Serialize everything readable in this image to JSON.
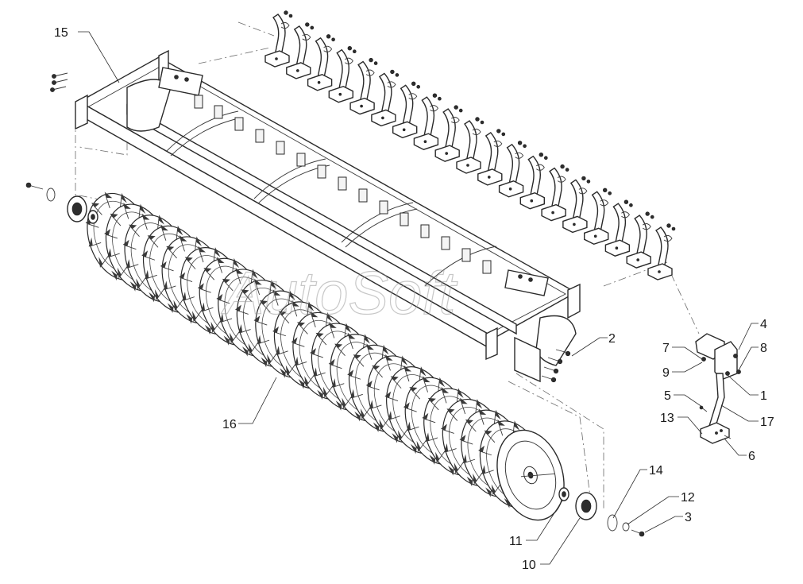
{
  "watermark": "AutoSoft",
  "callouts": [
    {
      "id": "15",
      "label": "15"
    },
    {
      "id": "16",
      "label": "16"
    },
    {
      "id": "2",
      "label": "2"
    },
    {
      "id": "4",
      "label": "4"
    },
    {
      "id": "7",
      "label": "7"
    },
    {
      "id": "8",
      "label": "8"
    },
    {
      "id": "9",
      "label": "9"
    },
    {
      "id": "1",
      "label": "1"
    },
    {
      "id": "5",
      "label": "5"
    },
    {
      "id": "17",
      "label": "17"
    },
    {
      "id": "13",
      "label": "13"
    },
    {
      "id": "6",
      "label": "6"
    },
    {
      "id": "14",
      "label": "14"
    },
    {
      "id": "12",
      "label": "12"
    },
    {
      "id": "3",
      "label": "3"
    },
    {
      "id": "11",
      "label": "11"
    },
    {
      "id": "10",
      "label": "10"
    }
  ]
}
